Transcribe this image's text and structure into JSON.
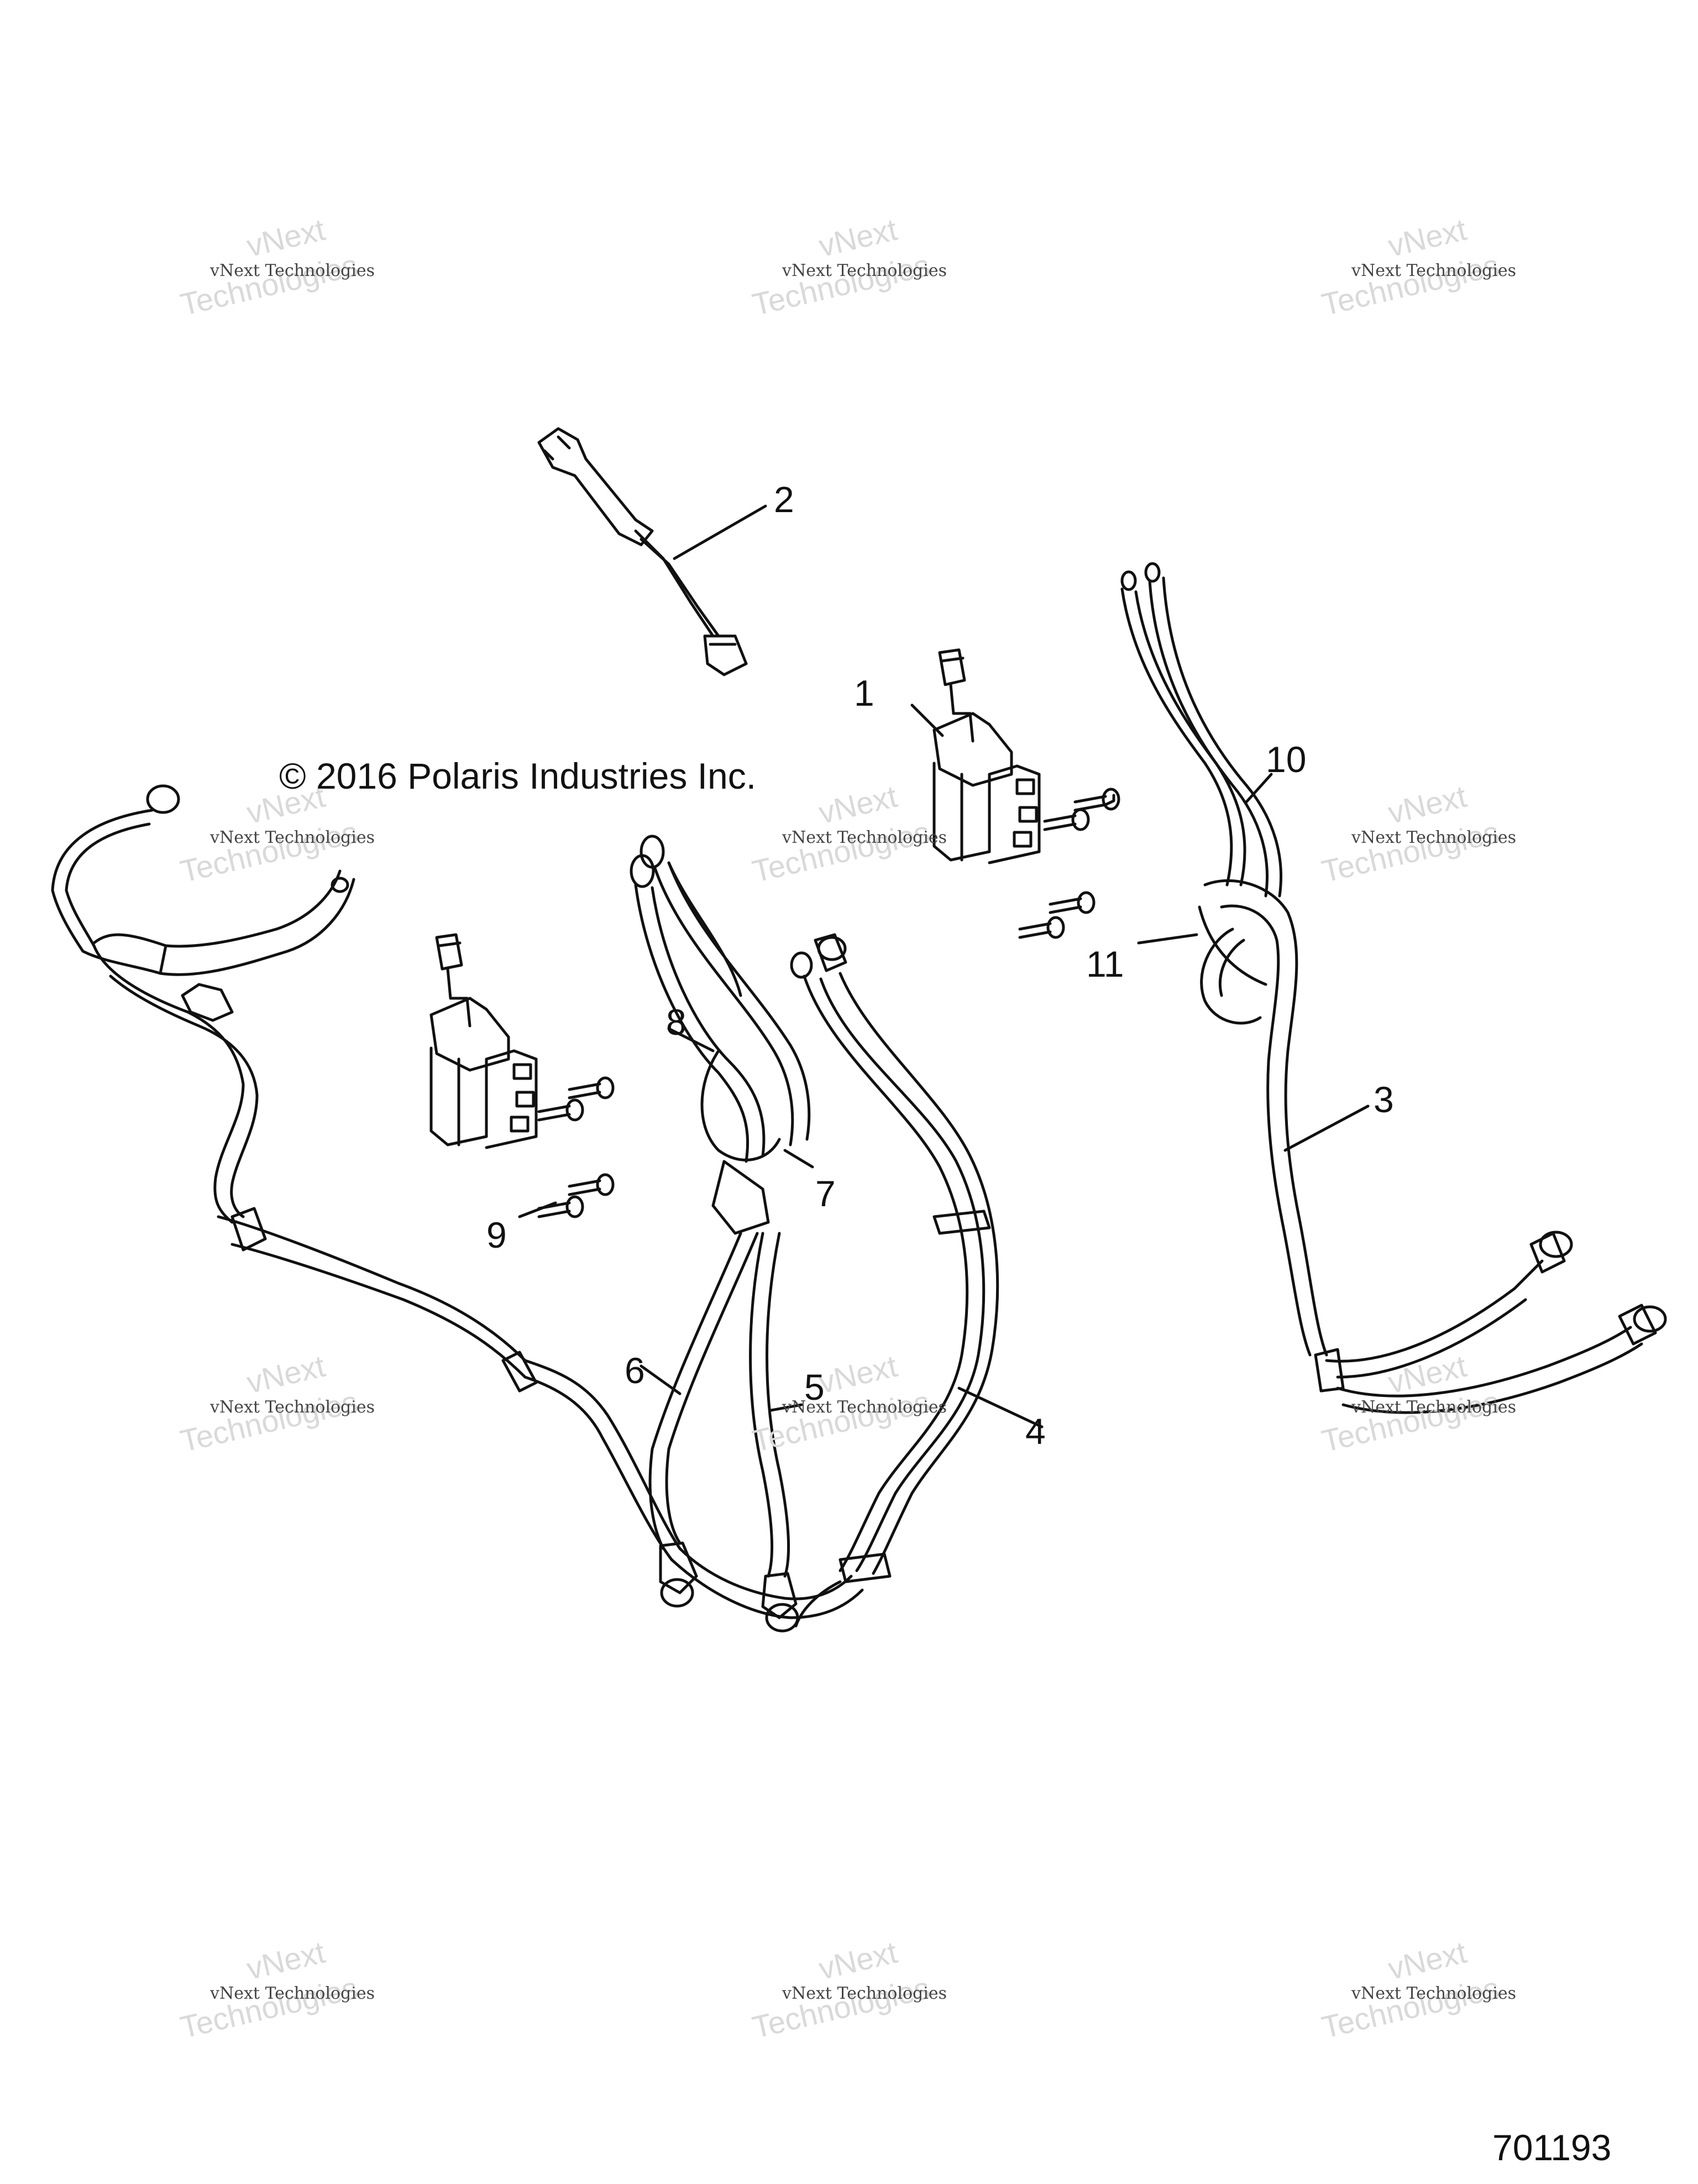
{
  "copyright": "© 2016 Polaris Industries Inc.",
  "figure_number": "701193",
  "watermark": {
    "line1": "vNext Technologies",
    "line2": "Technologies",
    "line0": "vNext"
  },
  "callouts": {
    "c1": "1",
    "c2": "2",
    "c3": "3",
    "c4": "4",
    "c5": "5",
    "c6": "6",
    "c7": "7",
    "c8": "8",
    "c9": "9",
    "c10": "10",
    "c11": "11"
  }
}
